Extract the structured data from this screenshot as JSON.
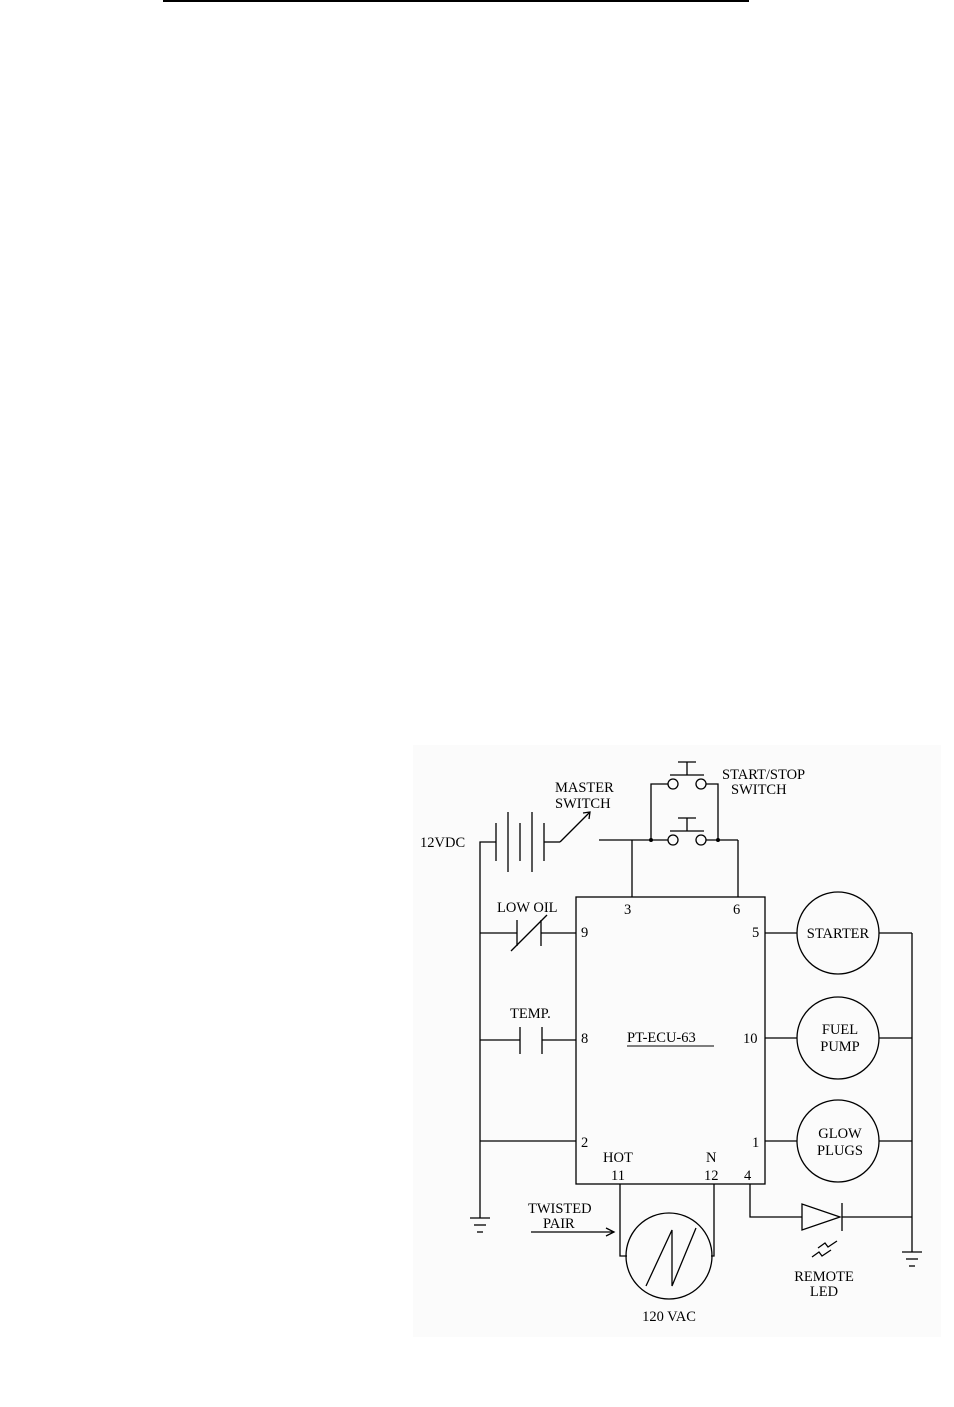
{
  "diagram": {
    "controller": {
      "name": "PT-ECU-63"
    },
    "pins": {
      "p1": "1",
      "p2": "2",
      "p3": "3",
      "p4": "4",
      "p5": "5",
      "p6": "6",
      "p8": "8",
      "p9": "9",
      "p10": "10",
      "p11": "11",
      "p12": "12"
    },
    "terminal_labels": {
      "hot": "HOT",
      "neutral": "N"
    },
    "components": {
      "battery": "12VDC",
      "master_switch": [
        "MASTER",
        "SWITCH"
      ],
      "start_stop_switch": [
        "START/STOP",
        "SWITCH"
      ],
      "low_oil": "LOW OIL",
      "temp": "TEMP.",
      "starter": "STARTER",
      "fuel_pump": [
        "FUEL",
        "PUMP"
      ],
      "glow_plugs": [
        "GLOW",
        "PLUGS"
      ],
      "twisted_pair": [
        "TWISTED",
        "PAIR"
      ],
      "ac_source": "120 VAC",
      "remote_led": [
        "REMOTE",
        "LED"
      ]
    }
  }
}
